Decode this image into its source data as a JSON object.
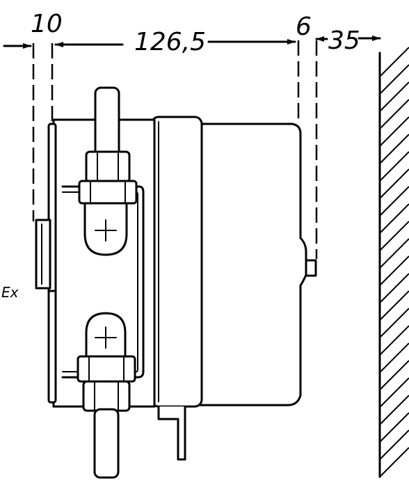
{
  "dimensions": {
    "left_offset": "10",
    "body_length": "126,5",
    "gap": "6",
    "wall_clearance": "35"
  },
  "labels": {
    "ex": "Ex"
  }
}
